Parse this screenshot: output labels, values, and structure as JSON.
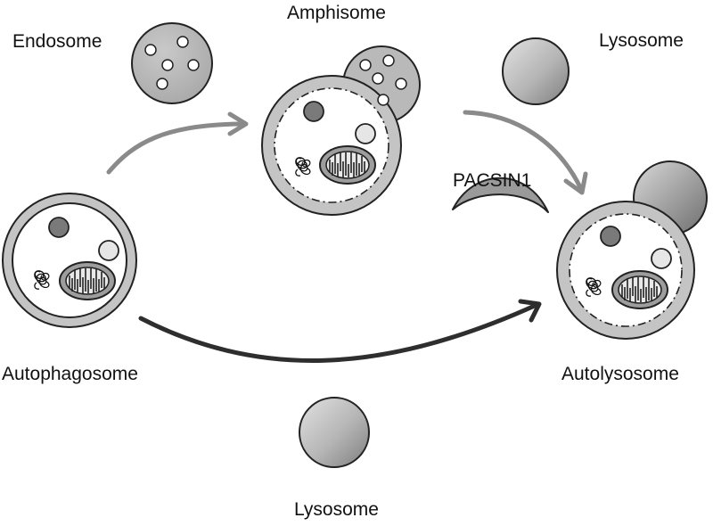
{
  "labels": {
    "endosome": "Endosome",
    "amphisome": "Amphisome",
    "lysosome_top": "Lysosome",
    "pacsin1": "PACSIN1",
    "autophagosome": "Autophagosome",
    "autolysosome": "Autolysosome",
    "lysosome_bottom": "Lysosome"
  },
  "colors": {
    "membrane_fill": "#c4c4c4",
    "outline": "#222222",
    "arrow_light": "#8a8a8a",
    "arrow_dark": "#2e2e2e",
    "dark_vesicle": "#7a7a7a",
    "light_vesicle": "#e6e6e6"
  }
}
